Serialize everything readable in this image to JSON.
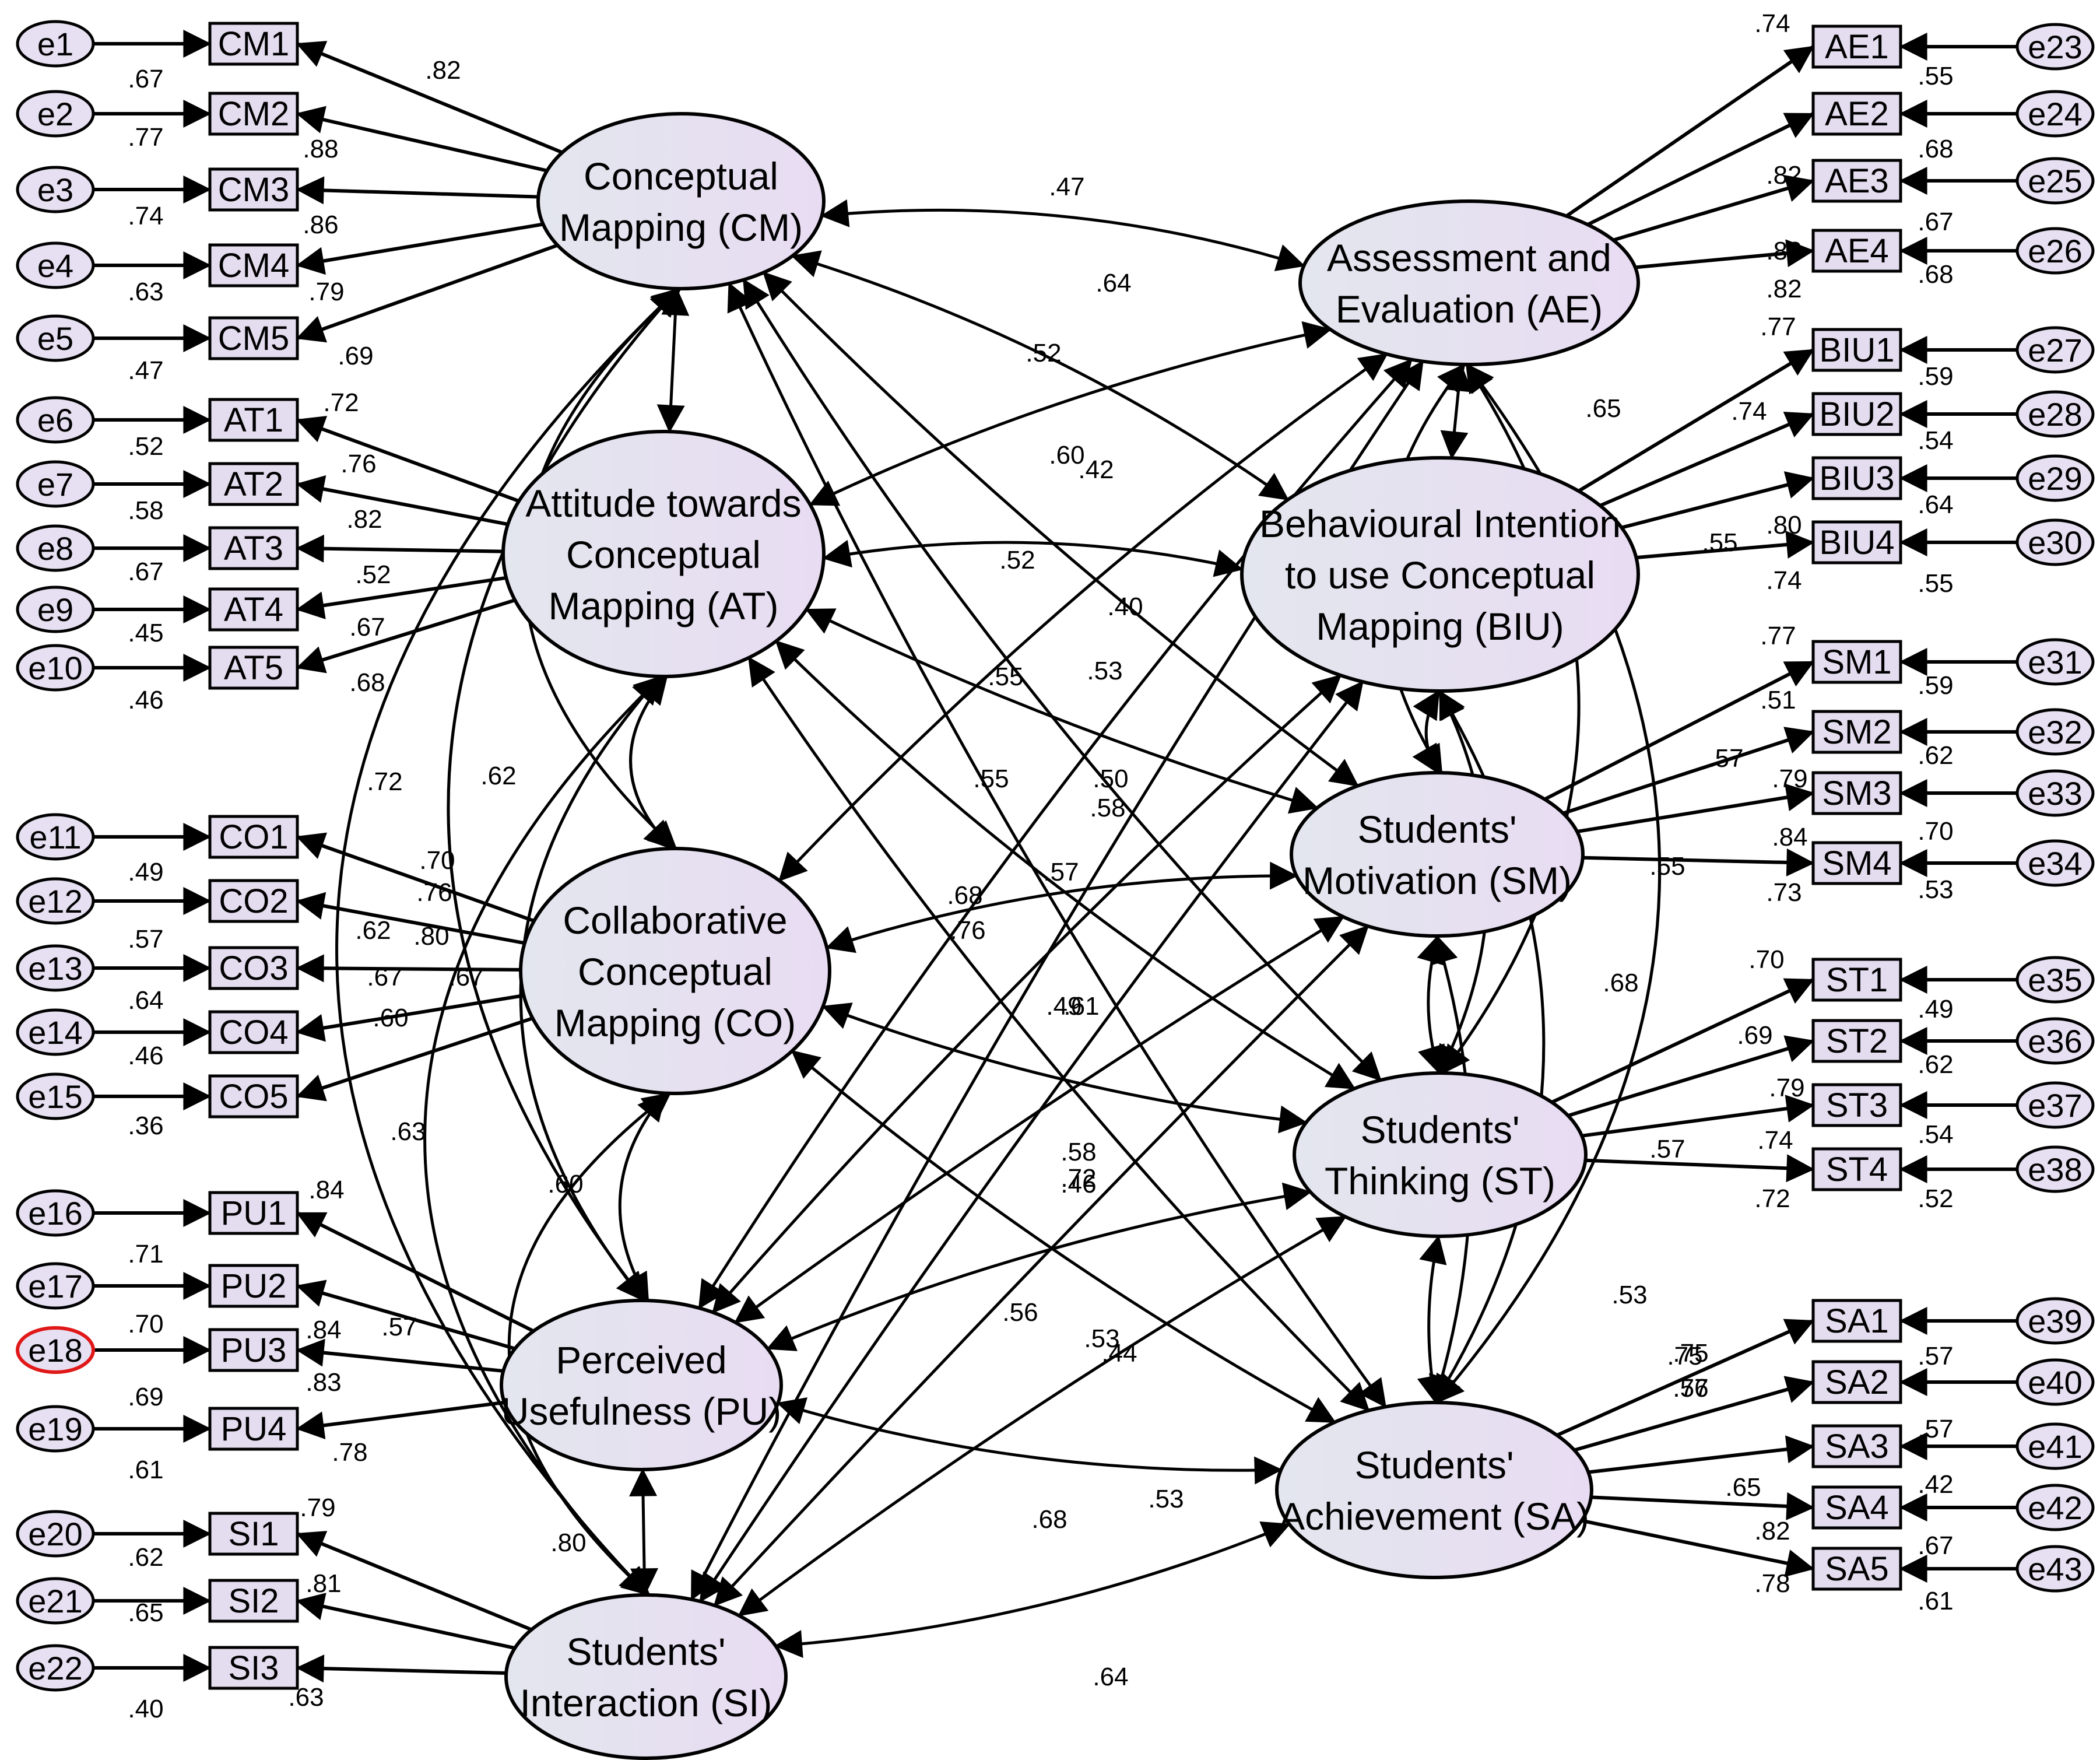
{
  "latents": [
    {
      "id": "CM",
      "lines": [
        "Conceptual",
        "Mapping (CM)"
      ]
    },
    {
      "id": "AT",
      "lines": [
        "Attitude towards",
        "Conceptual",
        "Mapping (AT)"
      ]
    },
    {
      "id": "CO",
      "lines": [
        "Collaborative",
        "Conceptual",
        "Mapping (CO)"
      ]
    },
    {
      "id": "PU",
      "lines": [
        "Perceived",
        "Usefulness (PU)"
      ]
    },
    {
      "id": "SI",
      "lines": [
        "Students'",
        "Interaction (SI)"
      ]
    },
    {
      "id": "AE",
      "lines": [
        "Assessment and",
        "Evaluation (AE)"
      ]
    },
    {
      "id": "BIU",
      "lines": [
        "Behavioural Intention",
        "to use Conceptual",
        "Mapping (BIU)"
      ]
    },
    {
      "id": "SM",
      "lines": [
        "Students'",
        "Motivation (SM)"
      ]
    },
    {
      "id": "ST",
      "lines": [
        "Students'",
        "Thinking (ST)"
      ]
    },
    {
      "id": "SA",
      "lines": [
        "Students'",
        "Achievement (SA)"
      ]
    }
  ],
  "indicators": [
    {
      "label": "CM1",
      "error": "e1",
      "latent": "CM"
    },
    {
      "label": "CM2",
      "error": "e2",
      "latent": "CM"
    },
    {
      "label": "CM3",
      "error": "e3",
      "latent": "CM"
    },
    {
      "label": "CM4",
      "error": "e4",
      "latent": "CM"
    },
    {
      "label": "CM5",
      "error": "e5",
      "latent": "CM"
    },
    {
      "label": "AT1",
      "error": "e6",
      "latent": "AT"
    },
    {
      "label": "AT2",
      "error": "e7",
      "latent": "AT"
    },
    {
      "label": "AT3",
      "error": "e8",
      "latent": "AT"
    },
    {
      "label": "AT4",
      "error": "e9",
      "latent": "AT"
    },
    {
      "label": "AT5",
      "error": "e10",
      "latent": "AT"
    },
    {
      "label": "CO1",
      "error": "e11",
      "latent": "CO"
    },
    {
      "label": "CO2",
      "error": "e12",
      "latent": "CO"
    },
    {
      "label": "CO3",
      "error": "e13",
      "latent": "CO"
    },
    {
      "label": "CO4",
      "error": "e14",
      "latent": "CO"
    },
    {
      "label": "CO5",
      "error": "e15",
      "latent": "CO"
    },
    {
      "label": "PU1",
      "error": "e16",
      "latent": "PU"
    },
    {
      "label": "PU2",
      "error": "e17",
      "latent": "PU"
    },
    {
      "label": "PU3",
      "error": "e18",
      "latent": "PU",
      "highlight": true
    },
    {
      "label": "PU4",
      "error": "e19",
      "latent": "PU"
    },
    {
      "label": "SI1",
      "error": "e20",
      "latent": "SI"
    },
    {
      "label": "SI2",
      "error": "e21",
      "latent": "SI"
    },
    {
      "label": "SI3",
      "error": "e22",
      "latent": "SI"
    },
    {
      "label": "AE1",
      "error": "e23",
      "latent": "AE"
    },
    {
      "label": "AE2",
      "error": "e24",
      "latent": "AE"
    },
    {
      "label": "AE3",
      "error": "e25",
      "latent": "AE"
    },
    {
      "label": "AE4",
      "error": "e26",
      "latent": "AE"
    },
    {
      "label": "BIU1",
      "error": "e27",
      "latent": "BIU"
    },
    {
      "label": "BIU2",
      "error": "e28",
      "latent": "BIU"
    },
    {
      "label": "BIU3",
      "error": "e29",
      "latent": "BIU"
    },
    {
      "label": "BIU4",
      "error": "e30",
      "latent": "BIU"
    },
    {
      "label": "SM1",
      "error": "e31",
      "latent": "SM"
    },
    {
      "label": "SM2",
      "error": "e32",
      "latent": "SM"
    },
    {
      "label": "SM3",
      "error": "e33",
      "latent": "SM"
    },
    {
      "label": "SM4",
      "error": "e34",
      "latent": "SM"
    },
    {
      "label": "ST1",
      "error": "e35",
      "latent": "ST"
    },
    {
      "label": "ST2",
      "error": "e36",
      "latent": "ST"
    },
    {
      "label": "ST3",
      "error": "e37",
      "latent": "ST"
    },
    {
      "label": "ST4",
      "error": "e38",
      "latent": "ST"
    },
    {
      "label": "SA1",
      "error": "e39",
      "latent": "SA"
    },
    {
      "label": "SA2",
      "error": "e40",
      "latent": "SA"
    },
    {
      "label": "SA3",
      "error": "e41",
      "latent": "SA"
    },
    {
      "label": "SA4",
      "error": "e42",
      "latent": "SA"
    },
    {
      "label": "SA5",
      "error": "e43",
      "latent": "SA"
    }
  ],
  "coefficients": [
    ".82",
    ".67",
    ".88",
    ".77",
    ".86",
    ".74",
    ".79",
    ".63",
    ".69",
    ".47",
    ".72",
    ".52",
    ".76",
    ".58",
    ".82",
    ".67",
    ".52",
    ".45",
    ".67",
    ".46",
    ".68",
    ".49",
    ".62",
    ".57",
    ".67",
    ".64",
    ".60",
    ".46",
    ".36",
    ".84",
    ".71",
    ".57",
    ".70",
    ".84",
    ".83",
    ".69",
    ".78",
    ".61",
    ".79",
    ".62",
    ".81",
    ".65",
    ".63",
    ".40",
    ".74",
    ".55",
    ".82",
    ".68",
    ".82",
    ".67",
    ".82",
    ".68",
    ".77",
    ".59",
    ".74",
    ".54",
    ".64",
    ".80",
    ".74",
    ".55",
    ".77",
    ".59",
    ".51",
    ".62",
    ".57",
    ".79",
    ".70",
    ".84",
    ".53",
    ".73",
    ".70",
    ".49",
    ".69",
    ".62",
    ".79",
    ".54",
    ".74",
    ".52",
    ".57",
    ".72",
    ".75",
    ".57",
    ".76",
    ".57",
    ".65",
    ".42",
    ".82",
    ".67",
    ".78",
    ".61",
    ".47",
    ".64",
    ".52",
    ".60",
    ".42",
    ".52",
    ".40",
    ".55",
    ".53",
    ".55",
    ".50",
    ".58",
    ".72",
    ".70",
    ".76",
    ".80",
    ".67",
    ".62",
    ".68",
    ".76",
    ".57",
    ".49",
    ".61",
    ".63",
    ".60",
    ".58",
    ".72",
    ".46",
    ".56",
    ".53",
    ".44",
    ".53",
    ".68",
    ".64",
    ".80",
    ".65",
    ".55",
    ".55",
    ".68",
    ".53",
    ".75",
    ".57"
  ]
}
